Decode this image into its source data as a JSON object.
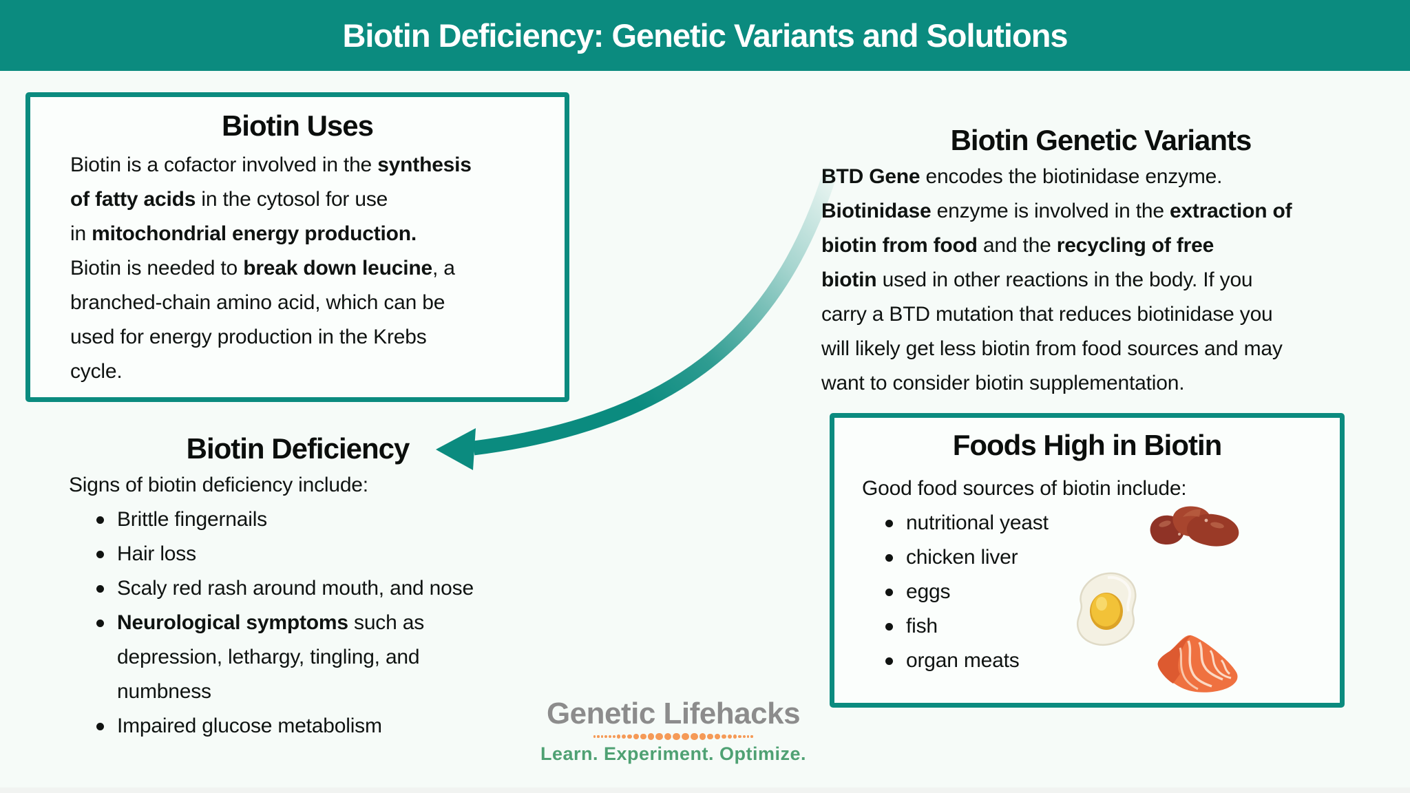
{
  "header": {
    "title": "Biotin Deficiency: Genetic Variants and Solutions"
  },
  "colors": {
    "teal": "#0b8b7f",
    "background": "#f6fbf8",
    "text": "#0f1311",
    "logo_gray": "#8c8c8c",
    "logo_orange": "#f59a57",
    "logo_green": "#4fa173"
  },
  "biotin_uses": {
    "title": "Biotin Uses",
    "lines": [
      [
        {
          "t": "Biotin is a cofactor involved in the "
        },
        {
          "t": "synthesis",
          "b": true
        }
      ],
      [
        {
          "t": "of fatty acids",
          "b": true
        },
        {
          "t": " in the cytosol for use"
        }
      ],
      [
        {
          "t": "in "
        },
        {
          "t": "mitochondrial energy production.",
          "b": true
        }
      ],
      [
        {
          "t": "Biotin is needed to "
        },
        {
          "t": "break down leucine",
          "b": true
        },
        {
          "t": ", a"
        }
      ],
      [
        {
          "t": "branched-chain amino acid, which can be"
        }
      ],
      [
        {
          "t": "used for energy production in the Krebs"
        }
      ],
      [
        {
          "t": "cycle."
        }
      ]
    ]
  },
  "genetic_variants": {
    "title": "Biotin Genetic Variants",
    "lines": [
      [
        {
          "t": "BTD Gene",
          "b": true
        },
        {
          "t": " encodes the biotinidase enzyme."
        }
      ],
      [
        {
          "t": "Biotinidase",
          "b": true
        },
        {
          "t": " enzyme is involved in the "
        },
        {
          "t": "extraction of",
          "b": true
        }
      ],
      [
        {
          "t": "biotin from food",
          "b": true
        },
        {
          "t": " and the "
        },
        {
          "t": "recycling of free",
          "b": true
        }
      ],
      [
        {
          "t": "biotin",
          "b": true
        },
        {
          "t": " used in other reactions in the body. If you"
        }
      ],
      [
        {
          "t": "carry a BTD mutation that reduces biotinidase you"
        }
      ],
      [
        {
          "t": "will likely get less biotin from food sources and may"
        }
      ],
      [
        {
          "t": "want to consider biotin supplementation."
        }
      ]
    ]
  },
  "deficiency": {
    "title": "Biotin Deficiency",
    "intro": "Signs of biotin deficiency include:",
    "bullets": [
      {
        "lines": [
          [
            {
              "t": "Brittle fingernails"
            }
          ]
        ]
      },
      {
        "lines": [
          [
            {
              "t": "Hair loss"
            }
          ]
        ]
      },
      {
        "lines": [
          [
            {
              "t": "Scaly red rash around mouth, and nose"
            }
          ]
        ]
      },
      {
        "lines": [
          [
            {
              "t": "Neurological symptoms",
              "b": true
            },
            {
              "t": " such as"
            }
          ],
          [
            {
              "t": "depression, lethargy, tingling, and"
            }
          ],
          [
            {
              "t": "numbness"
            }
          ]
        ]
      },
      {
        "lines": [
          [
            {
              "t": "Impaired glucose metabolism"
            }
          ]
        ]
      }
    ]
  },
  "foods": {
    "title": "Foods High in Biotin",
    "intro": "Good food sources of biotin include:",
    "bullets": [
      {
        "lines": [
          [
            {
              "t": "nutritional yeast"
            }
          ]
        ]
      },
      {
        "lines": [
          [
            {
              "t": "chicken liver"
            }
          ]
        ]
      },
      {
        "lines": [
          [
            {
              "t": "eggs"
            }
          ]
        ]
      },
      {
        "lines": [
          [
            {
              "t": "fish"
            }
          ]
        ]
      },
      {
        "lines": [
          [
            {
              "t": "organ meats"
            }
          ]
        ]
      }
    ],
    "images": [
      "chicken-liver-image",
      "fried-egg-image",
      "salmon-fillet-image"
    ]
  },
  "logo": {
    "name": "Genetic Lifehacks",
    "tagline": "Learn. Experiment. Optimize."
  }
}
